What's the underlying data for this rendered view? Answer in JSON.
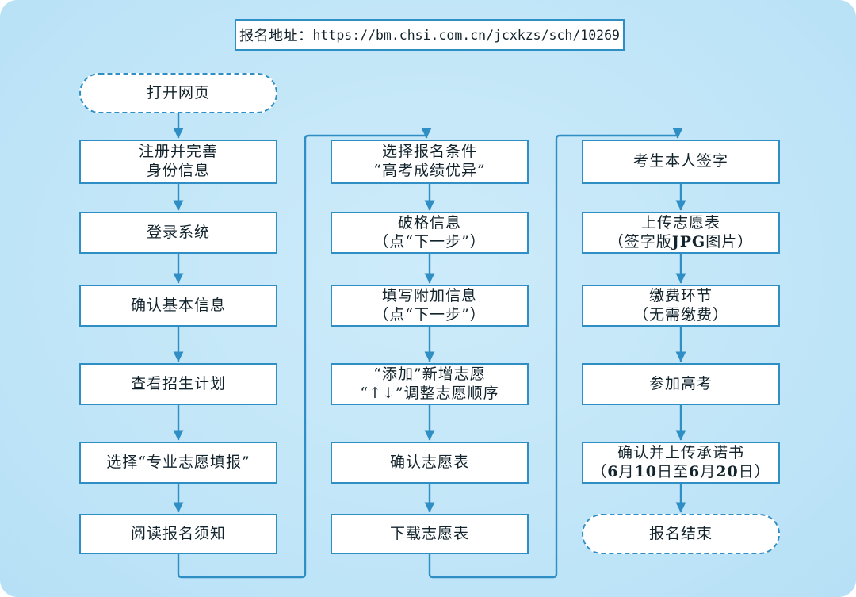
{
  "banner": {
    "label": "报名地址：",
    "url": "https://bm.chsi.com.cn/jcxkzs/sch/10269"
  },
  "theme": {
    "background": "#c2e6f8",
    "box_fill": "#ffffff",
    "box_border": "#2f8ec4",
    "connector": "#2f8ec4",
    "text": "#12232c"
  },
  "columns": [
    {
      "name": "column-1",
      "nodes": [
        {
          "id": "open-webpage",
          "shape": "terminal",
          "line1": "打开网页",
          "line2": ""
        },
        {
          "id": "register-identity",
          "shape": "process",
          "line1": "注册并完善",
          "line2": "身份信息"
        },
        {
          "id": "login-system",
          "shape": "process",
          "line1": "登录系统",
          "line2": ""
        },
        {
          "id": "confirm-basic-info",
          "shape": "process",
          "line1": "确认基本信息",
          "line2": ""
        },
        {
          "id": "view-enroll-plan",
          "shape": "process",
          "line1": "查看招生计划",
          "line2": ""
        },
        {
          "id": "select-major-fill",
          "shape": "process",
          "line1": "选择“专业志愿填报”",
          "line2": ""
        },
        {
          "id": "read-notice",
          "shape": "process",
          "line1": "阅读报名须知",
          "line2": ""
        }
      ]
    },
    {
      "name": "column-2",
      "nodes": [
        {
          "id": "select-condition",
          "shape": "process",
          "line1": "选择报名条件",
          "line2": "“高考成绩优异”"
        },
        {
          "id": "exception-info",
          "shape": "process",
          "line1": "破格信息",
          "line2": "（点“下一步”）"
        },
        {
          "id": "extra-info",
          "shape": "process",
          "line1": "填写附加信息",
          "line2": "（点“下一步”）"
        },
        {
          "id": "add-adjust-wishes",
          "shape": "process",
          "line1": "“添加”新增志愿",
          "line2": "“↑↓”调整志愿顺序"
        },
        {
          "id": "confirm-wish-form",
          "shape": "process",
          "line1": "确认志愿表",
          "line2": ""
        },
        {
          "id": "download-wish-form",
          "shape": "process",
          "line1": "下载志愿表",
          "line2": ""
        }
      ]
    },
    {
      "name": "column-3",
      "nodes": [
        {
          "id": "candidate-sign",
          "shape": "process",
          "line1": "考生本人签字",
          "line2": ""
        },
        {
          "id": "upload-wish-form",
          "shape": "process",
          "line1": "上传志愿表",
          "line2": "（签字版<b>JPG</b>图片）",
          "line2_html": true
        },
        {
          "id": "payment-step",
          "shape": "process",
          "line1": "缴费环节",
          "line2": "（无需缴费）"
        },
        {
          "id": "attend-gaokao",
          "shape": "process",
          "line1": "参加高考",
          "line2": ""
        },
        {
          "id": "upload-commitment",
          "shape": "process",
          "line1": "确认并上传承诺书",
          "line2": "（<b>6</b>月<b>10</b>日至<b>6</b>月<b>20</b>日）",
          "line2_html": true
        },
        {
          "id": "registration-end",
          "shape": "terminal",
          "line1": "报名结束",
          "line2": ""
        }
      ]
    }
  ]
}
